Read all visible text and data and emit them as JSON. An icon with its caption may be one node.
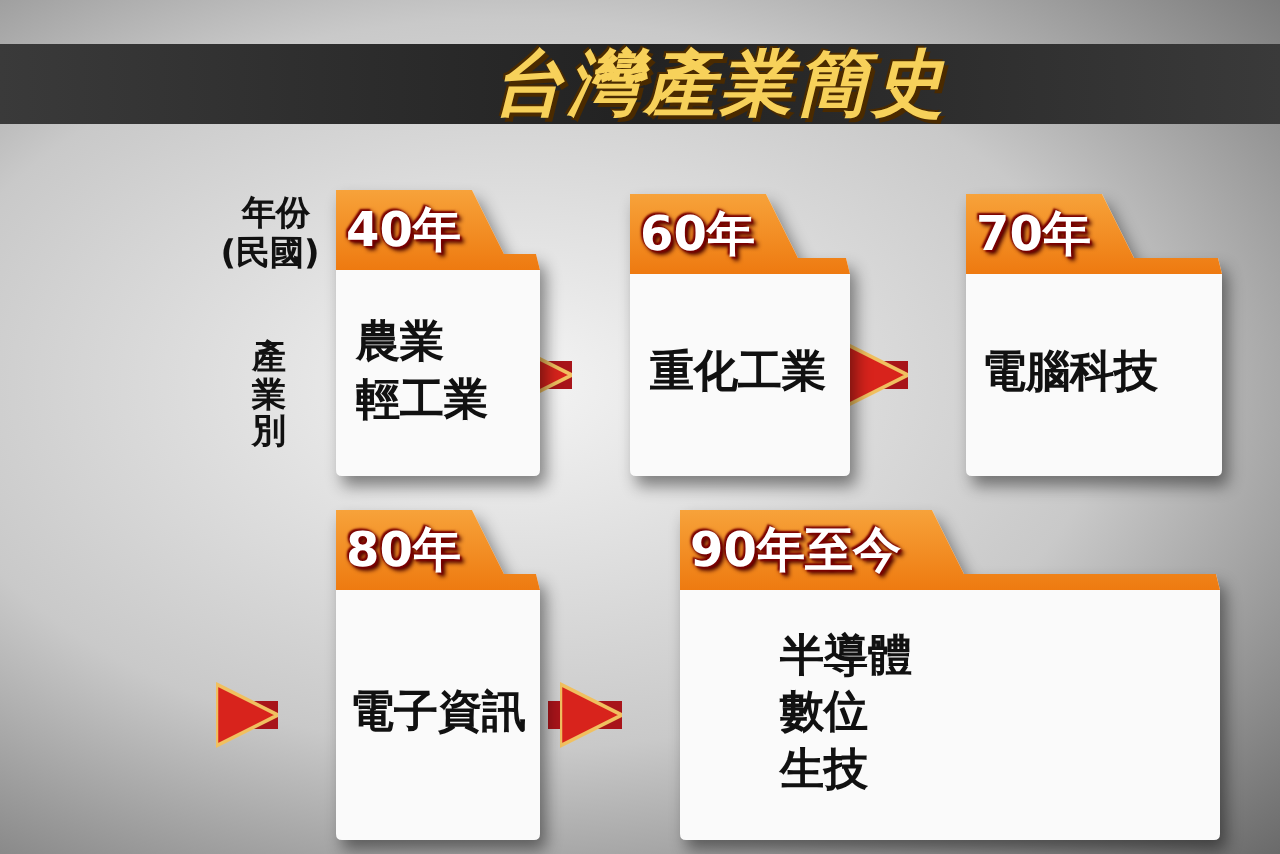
{
  "diagram": {
    "title": "台灣產業簡史",
    "nodes": [
      {
        "text": [
          "40年",
          "農業",
          "輕工業"
        ]
      },
      {
        "text": [
          "60年",
          "重化工業"
        ]
      },
      {
        "text": [
          "70年",
          "電腦科技"
        ]
      },
      {
        "text": [
          "80年",
          "電子資訊"
        ]
      },
      {
        "text": [
          "90年至今",
          "半導體",
          "數位",
          "生技"
        ]
      }
    ],
    "edges": [
      {
        "from": 0,
        "to": 1,
        "arrow": "to"
      },
      {
        "from": 1,
        "to": 2,
        "arrow": "to"
      },
      {
        "from": null,
        "to": 3,
        "arrow": "to"
      },
      {
        "from": 3,
        "to": 4,
        "arrow": "to"
      }
    ],
    "labels": [
      "年份",
      "(民國)",
      "產業別"
    ]
  }
}
